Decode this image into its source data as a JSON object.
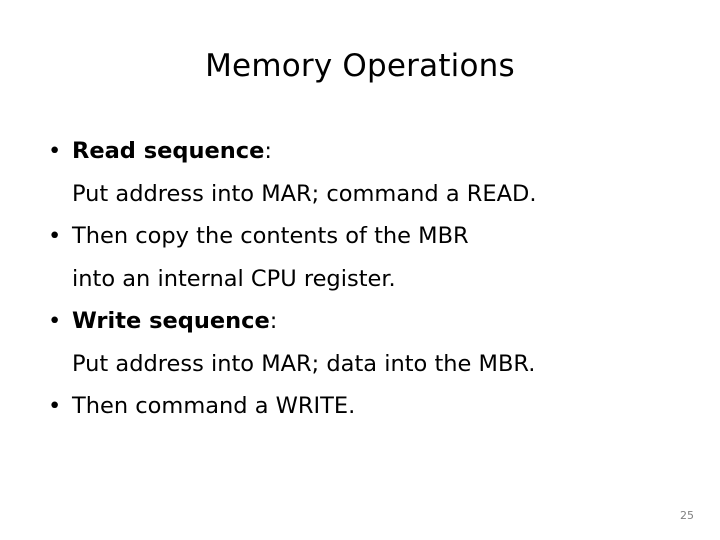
{
  "slide": {
    "title": "Memory Operations",
    "background_color": "#ffffff",
    "text_color": "#000000",
    "page_number": "25",
    "page_number_color": "#808080",
    "bullet_glyph": "•",
    "bullets": [
      {
        "bullet": "•",
        "lead_strong": "Read sequence",
        "lead_plain": ":",
        "continuation": "Put address into MAR; command a READ."
      },
      {
        "bullet": "•",
        "lead_strong": "",
        "lead_plain": "Then copy the contents of the MBR",
        "continuation": "into an internal CPU register."
      },
      {
        "bullet": "•",
        "lead_strong": "Write sequence",
        "lead_plain": ":",
        "continuation": "Put address into MAR; data into the MBR."
      },
      {
        "bullet": "•",
        "lead_strong": "",
        "lead_plain": "Then command a WRITE.",
        "continuation": ""
      }
    ]
  }
}
